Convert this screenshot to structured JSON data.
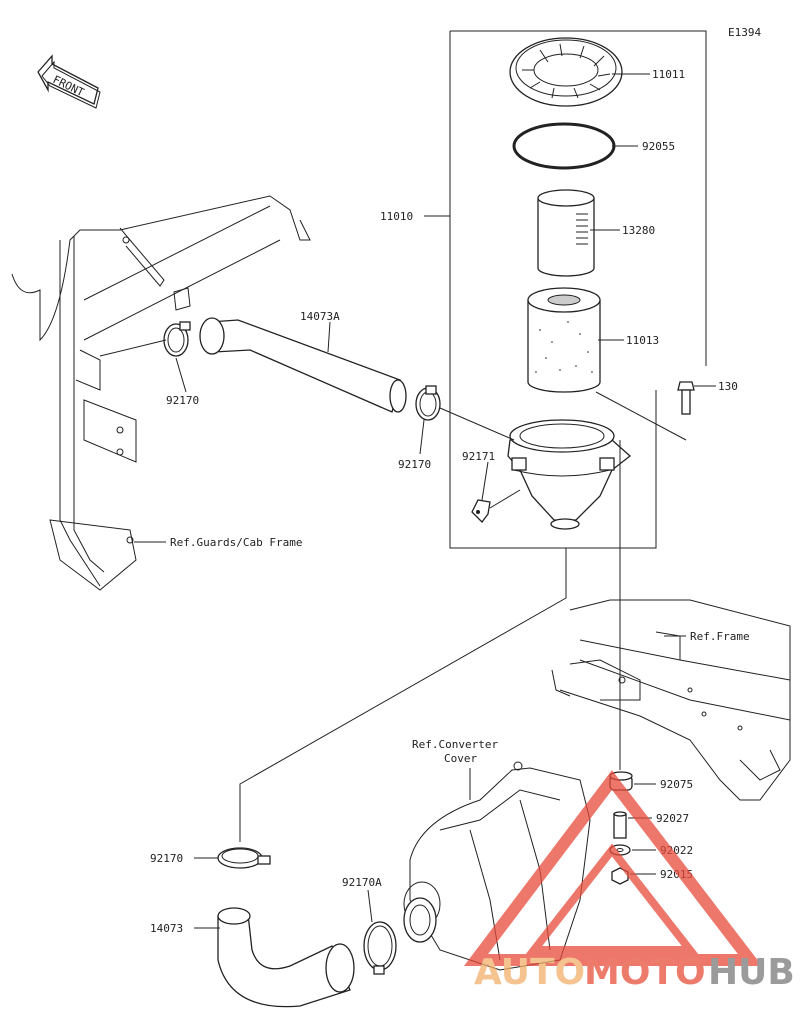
{
  "diagram_code": "E1394",
  "front_label": "FRONT",
  "callouts": {
    "p11011": "11011",
    "p92055": "92055",
    "p11010": "11010",
    "p13280": "13280",
    "p11013": "11013",
    "p14073A": "14073A",
    "p130": "130",
    "p92170_a": "92170",
    "p92170_b": "92170",
    "p92171": "92171",
    "p92170_c": "92170",
    "p92170A": "92170A",
    "p14073": "14073",
    "p92075": "92075",
    "p92027": "92027",
    "p92022": "92022",
    "p92015": "92015"
  },
  "references": {
    "guards": "Ref.Guards/Cab Frame",
    "frame": "Ref.Frame",
    "converter_line1": "Ref.Converter",
    "converter_line2": "Cover"
  },
  "watermark": {
    "part1": "AUTO",
    "part2": "MOTO",
    "part3": "HUB",
    "colors": {
      "auto": "#f2b06a",
      "moto": "#e8503a",
      "hub": "#7a7a7a",
      "triangle": "#e84a3a"
    }
  }
}
